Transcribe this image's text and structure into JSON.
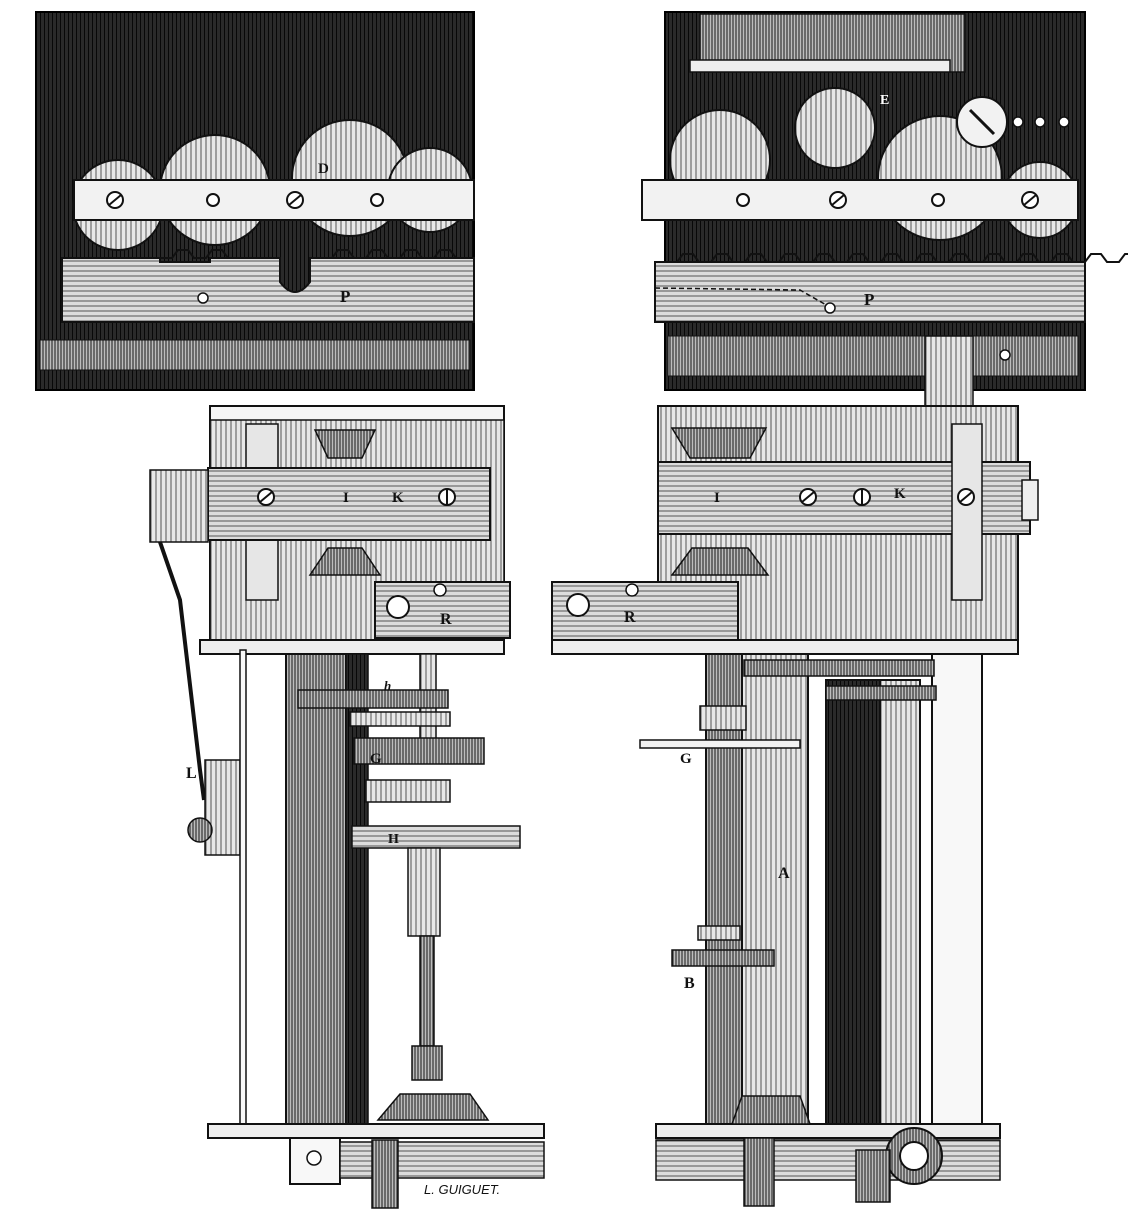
{
  "labels": {
    "P": "P",
    "D": "D",
    "E": "E",
    "K": "K",
    "I": "I",
    "R": "R",
    "L": "L",
    "G": "G",
    "H": "H",
    "A": "A",
    "B": "B",
    "h": "h"
  },
  "signature": "L. GUIGUET.",
  "colors": {
    "ink": "#1a1a1a",
    "paper": "#ffffff",
    "dark_fill": "#2a2a2a",
    "mid_fill": "#8c8c8c",
    "light_fill": "#d6d6d6"
  }
}
